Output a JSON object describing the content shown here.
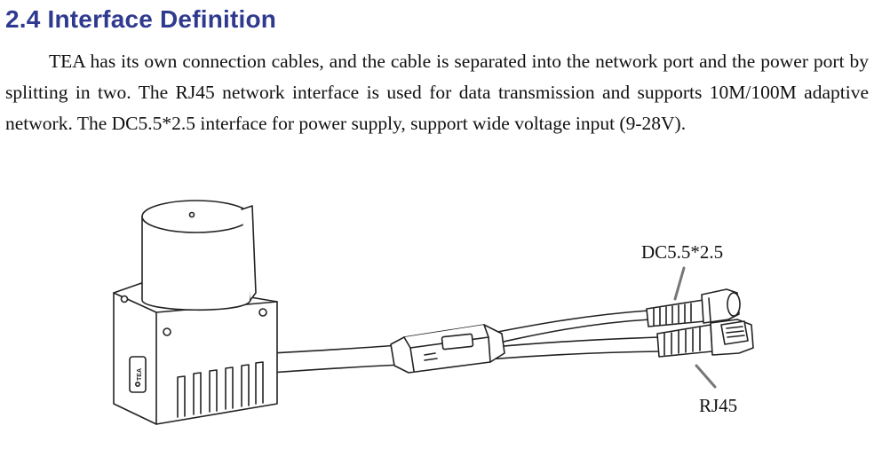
{
  "section": {
    "title": "2.4 Interface Definition",
    "body": "TEA has its own connection cables, and the cable is separated into the network port and the power port by splitting in two. The RJ45 network interface is used for data transmission and supports 10M/100M adaptive network. The DC5.5*2.5 interface for power supply, support wide voltage input (9-28V)."
  },
  "figure": {
    "device_logo": "TEA",
    "callouts": {
      "dc": "DC5.5*2.5",
      "rj45": "RJ45"
    }
  }
}
